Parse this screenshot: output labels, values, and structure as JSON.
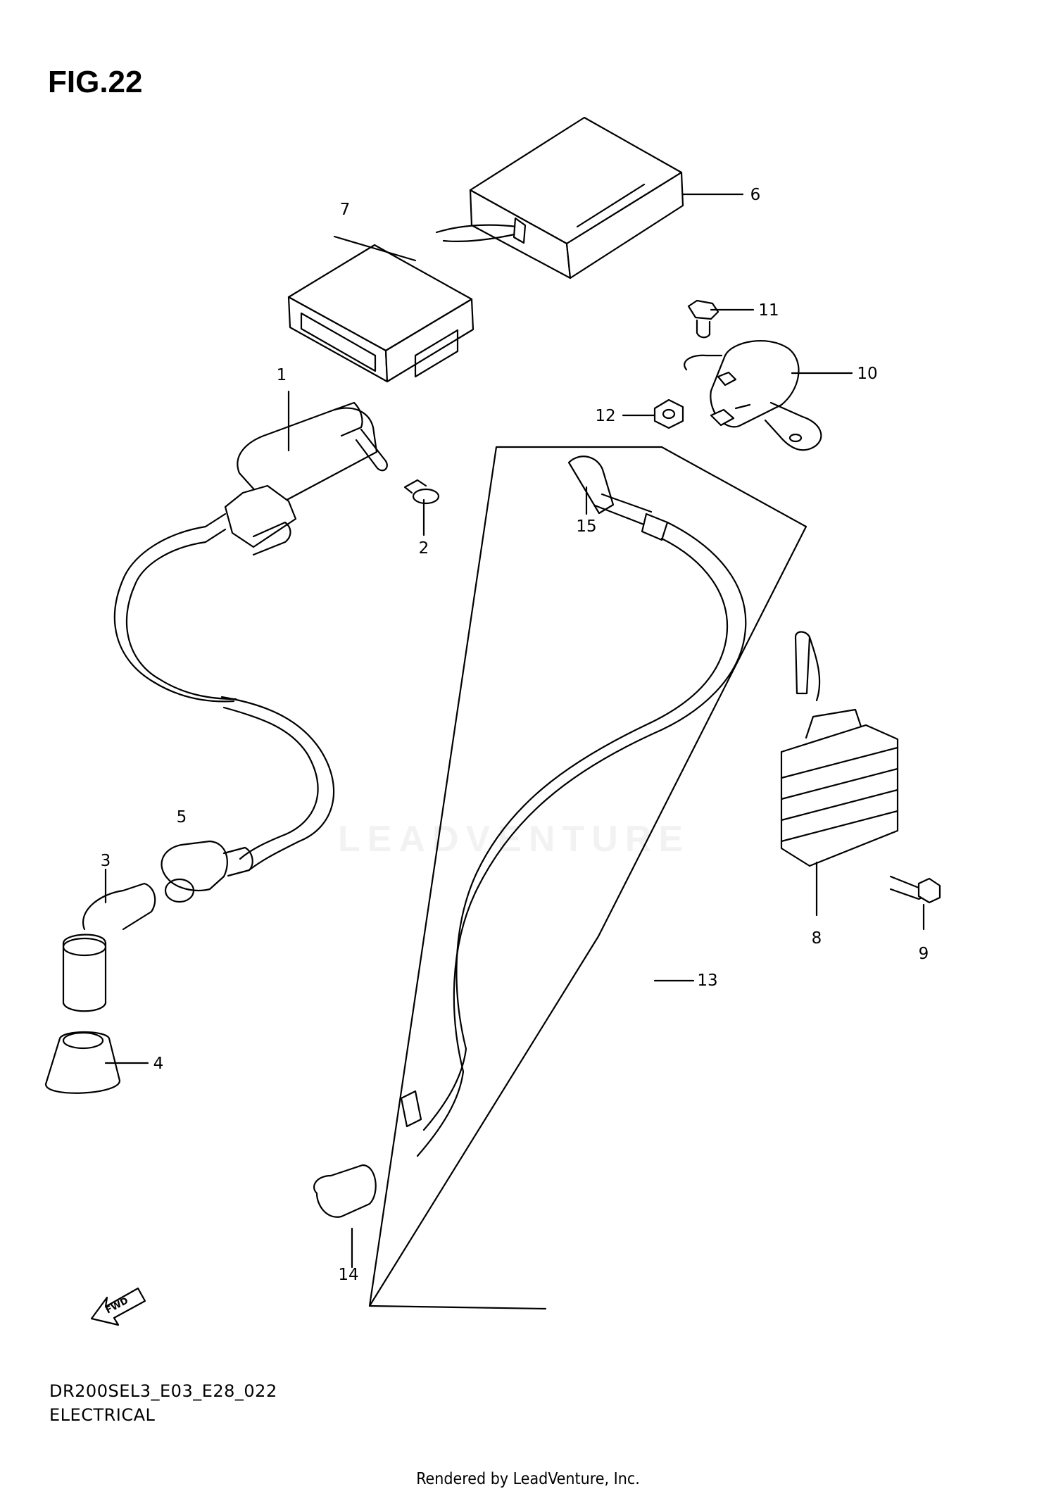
{
  "figure": {
    "title": "FIG.22",
    "drawing_code": "DR200SEL3_E03_E28_022",
    "section_name": "ELECTRICAL",
    "render_credit": "Rendered by LeadVenture, Inc.",
    "watermark_text": "LEADVENTURE",
    "direction_marker": "FWD"
  },
  "callouts": [
    "1",
    "2",
    "3",
    "4",
    "5",
    "6",
    "7",
    "8",
    "9",
    "10",
    "11",
    "12",
    "13",
    "14",
    "15"
  ],
  "colors": {
    "line": "#000000",
    "background": "#ffffff"
  }
}
